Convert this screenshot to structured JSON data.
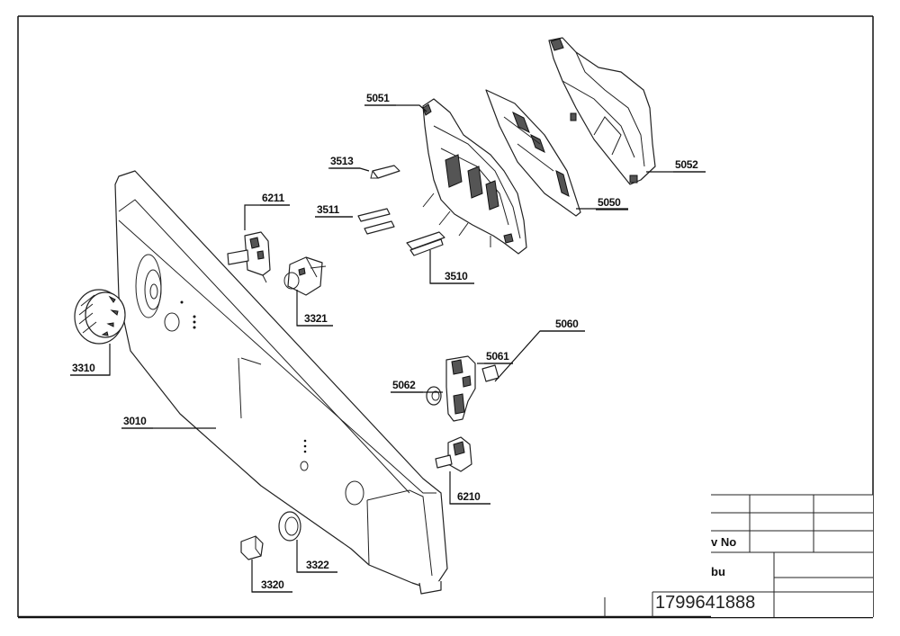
{
  "labels": {
    "p5051": "5051",
    "p5052": "5052",
    "p5050": "5050",
    "p3513": "3513",
    "p6211": "6211",
    "p3511": "3511",
    "p3510": "3510",
    "p3321": "3321",
    "p3310": "3310",
    "p5060": "5060",
    "p5061": "5061",
    "p5062": "5062",
    "p3010": "3010",
    "p6210": "6210",
    "p3322": "3322",
    "p3320": "3320"
  },
  "title_block": {
    "field_rev": "v No",
    "field_name": "bu",
    "drawing_number": "1799641888"
  }
}
